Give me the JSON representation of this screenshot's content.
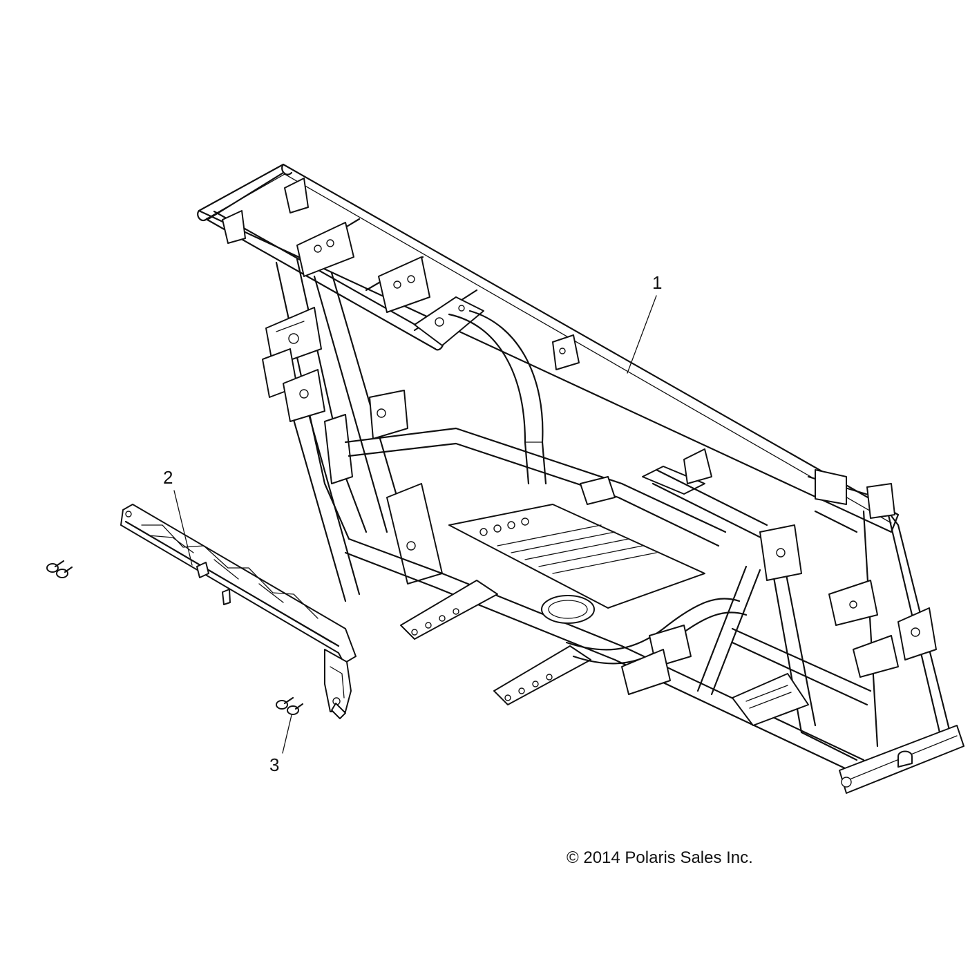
{
  "callouts": [
    {
      "id": "1",
      "label": "1"
    },
    {
      "id": "2",
      "label": "2"
    },
    {
      "id": "3",
      "label": "3"
    }
  ],
  "parts": {
    "frame": "1",
    "skid-rail": "2",
    "bolts": "3"
  },
  "copyright": "© 2014 Polaris Sales Inc."
}
